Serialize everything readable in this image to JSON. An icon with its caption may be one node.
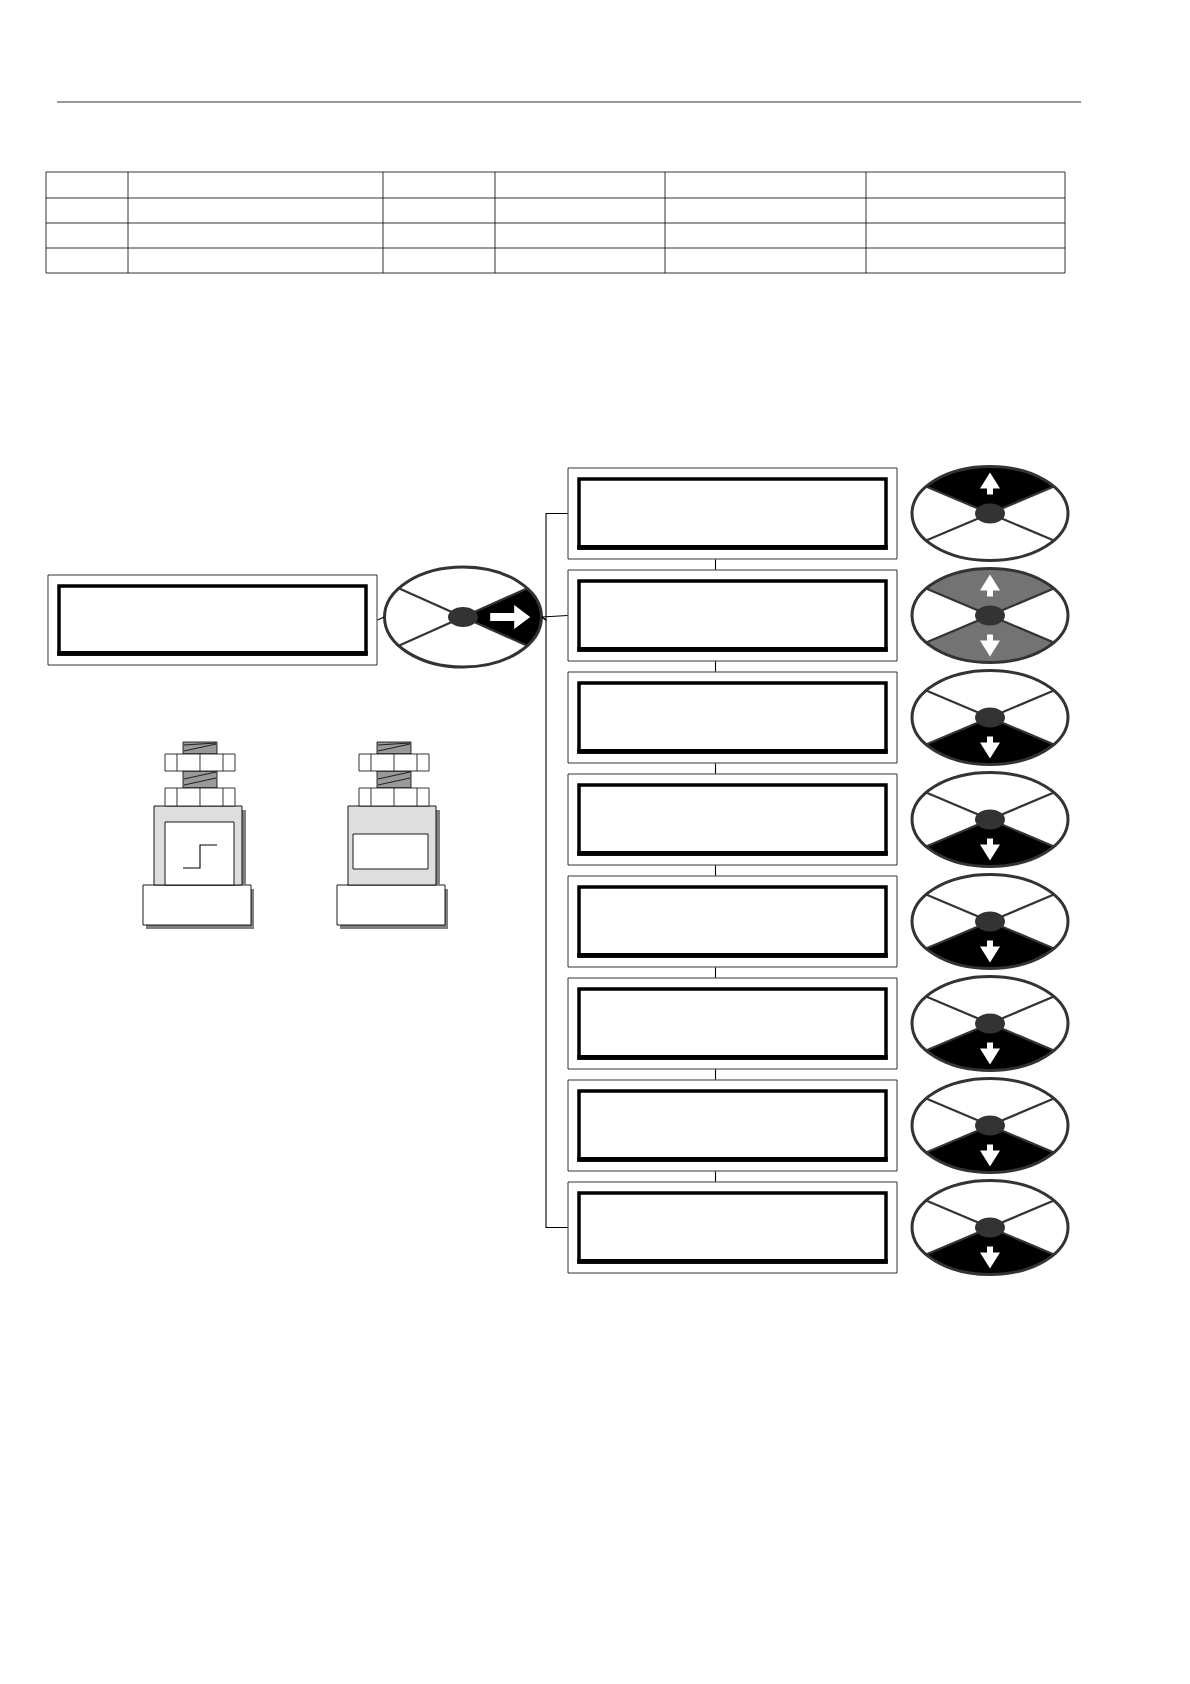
{
  "diagram": {
    "nodes": [
      {
        "text": [],
        "shape": "box"
      },
      {
        "text": [],
        "shape": "ellipse"
      },
      {
        "text": [],
        "shape": "box"
      },
      {
        "text": [],
        "shape": "box"
      },
      {
        "text": [],
        "shape": "box"
      },
      {
        "text": [],
        "shape": "box"
      },
      {
        "text": [],
        "shape": "box"
      },
      {
        "text": [],
        "shape": "box"
      },
      {
        "text": [],
        "shape": "box"
      },
      {
        "text": [],
        "shape": "box"
      }
    ],
    "edges": [
      {
        "from": 0,
        "to": 1,
        "arrow": "none"
      },
      {
        "from": 1,
        "to": 2,
        "arrow": "none"
      },
      {
        "from": 1,
        "to": 3,
        "arrow": "none"
      },
      {
        "from": 1,
        "to": 9,
        "arrow": "none"
      },
      {
        "from": 2,
        "to": 3,
        "arrow": "none"
      },
      {
        "from": 3,
        "to": 4,
        "arrow": "none"
      },
      {
        "from": 4,
        "to": 5,
        "arrow": "none"
      },
      {
        "from": 5,
        "to": 6,
        "arrow": "none"
      },
      {
        "from": 6,
        "to": 7,
        "arrow": "none"
      },
      {
        "from": 7,
        "to": 8,
        "arrow": "none"
      },
      {
        "from": 8,
        "to": 9,
        "arrow": "none"
      }
    ]
  }
}
